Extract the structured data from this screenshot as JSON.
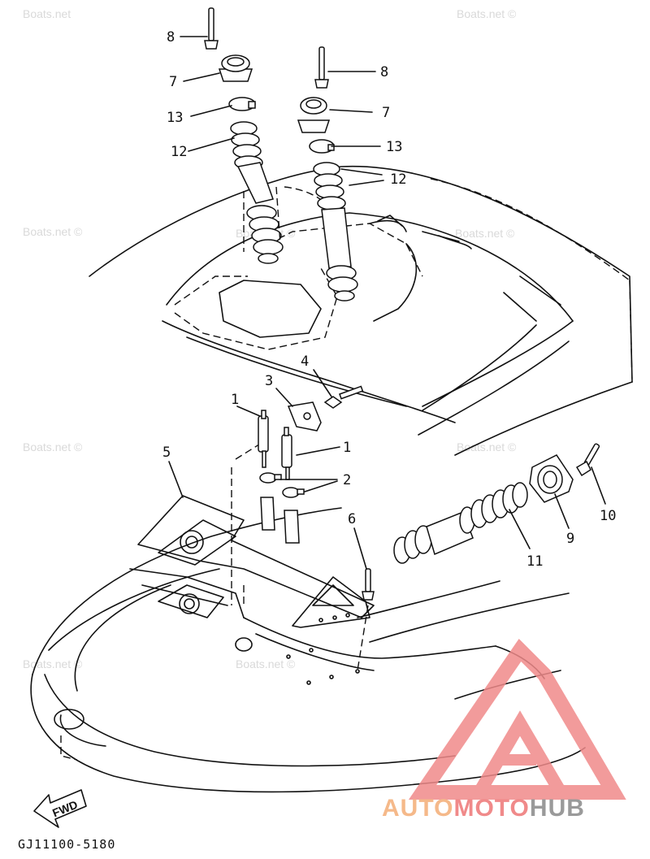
{
  "callouts": [
    {
      "n": "8"
    },
    {
      "n": "7"
    },
    {
      "n": "13"
    },
    {
      "n": "12"
    },
    {
      "n": "8"
    },
    {
      "n": "7"
    },
    {
      "n": "13"
    },
    {
      "n": "12"
    },
    {
      "n": "3"
    },
    {
      "n": "4"
    },
    {
      "n": "1"
    },
    {
      "n": "1"
    },
    {
      "n": "2"
    },
    {
      "n": "5"
    },
    {
      "n": "6"
    },
    {
      "n": "9"
    },
    {
      "n": "10"
    },
    {
      "n": "11"
    }
  ],
  "watermarks": [
    "Boats.net",
    "Boats.net ©",
    "Boats.net ©",
    "Boats.net ©",
    "Boats.net ©",
    "Boats.net ©",
    "Boats.net ©",
    "Boats.net ©",
    "Boats.net ©"
  ],
  "fwd_label": "FWD",
  "diagram_code": "GJ11100-5180",
  "logo": {
    "part1": "AUTO",
    "part2": "MOTO",
    "part3": "HUB",
    "icon": "automotohub-triangle-logo-icon"
  },
  "colors": {
    "line": "#111111",
    "watermark": "#d9d9d9",
    "logo_red": "#f08a8a",
    "logo_orange": "#f5b98a",
    "logo_grey": "#9a9a9a"
  }
}
